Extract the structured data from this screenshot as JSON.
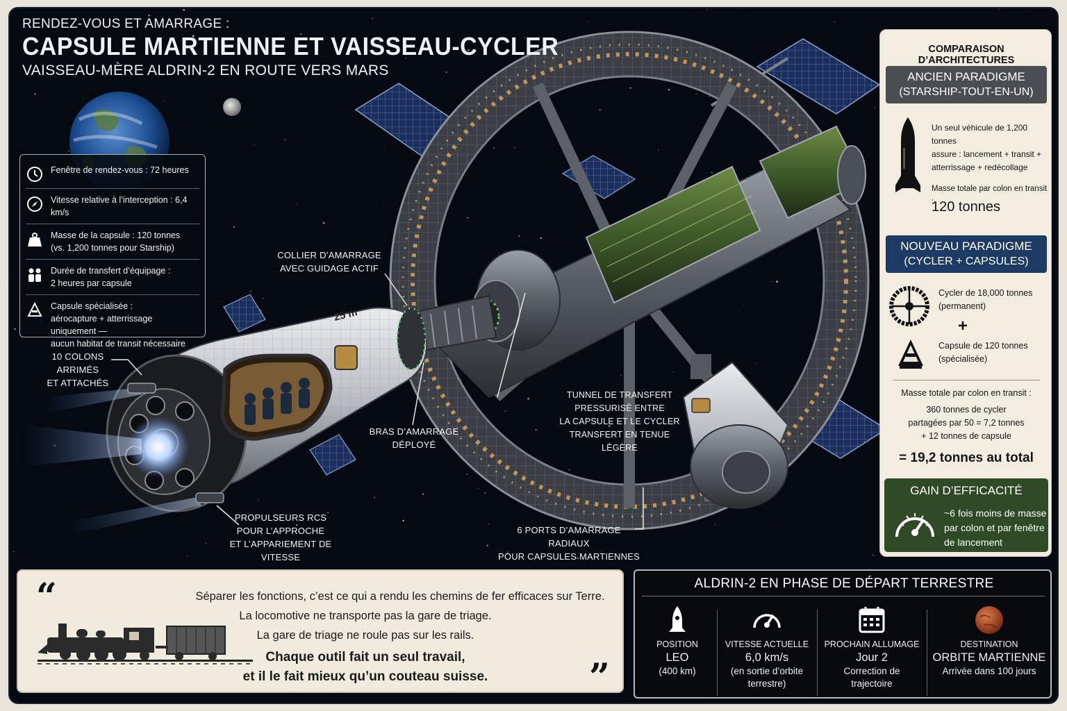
{
  "header": {
    "kicker": "RENDEZ-VOUS ET AMARRAGE :",
    "title": "CAPSULE MARTIENNE ET VAISSEAU-CYCLER",
    "subtitle": "VAISSEAU-MÈRE ALDRIN-2 EN ROUTE VERS MARS"
  },
  "facts": [
    {
      "icon": "clock-icon",
      "text": "Fenêtre de rendez-vous : 72 heures"
    },
    {
      "icon": "compass-icon",
      "text": "Vitesse relative à l’interception : 6,4 km/s"
    },
    {
      "icon": "weight-icon",
      "line1": "Masse de la capsule : 120 tonnes",
      "line2": "(vs. 1,200 tonnes pour Starship)"
    },
    {
      "icon": "crew-icon",
      "line1": "Durée de transfert d’équipage :",
      "line2": "2 heures par capsule"
    },
    {
      "icon": "capsule-icon",
      "line1": "Capsule spécialisée :",
      "line2": "aérocapture + atterrissage uniquement —",
      "line3": "aucun habitat de transit nécessaire"
    }
  ],
  "capsule_marking": "25 m",
  "labels": {
    "collar": [
      "COLLIER D’AMARRAGE",
      "AVEC GUIDAGE ACTIF"
    ],
    "colonists": [
      "10 COLONS",
      "ARRIMÉS",
      "ET ATTACHÉS"
    ],
    "arm": [
      "BRAS D’AMARRAGE",
      "DÉPLOYÉ"
    ],
    "tunnel": [
      "TUNNEL DE TRANSFERT",
      "PRESSURISÉ ENTRE",
      "LA CAPSULE ET LE CYCLER",
      "TRANSFERT EN TENUE LÉGÈRE"
    ],
    "rcs": [
      "PROPULSEURS RCS",
      "POUR L’APPROCHE",
      "ET L’APPARIEMENT DE VITESSE"
    ],
    "ports": [
      "6 PORTS D’AMARRAGE RADIAUX",
      "POUR CAPSULES MARTIENNES"
    ]
  },
  "comparison": {
    "title": "COMPARAISON D’ARCHITECTURES",
    "old": {
      "title": "ANCIEN PARADIGME",
      "subtitle": "(STARSHIP-TOUT-EN-UN)",
      "desc": [
        "Un seul véhicule de 1,200 tonnes",
        "assure : lancement + transit +",
        "atterrissage + redécollage"
      ],
      "mass_label": "Masse totale par colon en transit :",
      "mass_value": "120 tonnes",
      "color": "#4a4d52"
    },
    "new": {
      "title": "NOUVEAU PARADIGME",
      "subtitle": "(CYCLER + CAPSULES)",
      "cycler": [
        "Cycler de 18,000 tonnes",
        "(permanent)"
      ],
      "plus": "+",
      "capsule": [
        "Capsule de 120 tonnes",
        "(spécialisée)"
      ],
      "mass_label": "Masse totale par colon en transit :",
      "calc": [
        "360 tonnes de cycler",
        "partagées par 50 = 7,2 tonnes",
        "+ 12 tonnes de capsule"
      ],
      "total": "= 19,2 tonnes au total",
      "color": "#1d3a63"
    },
    "gain": {
      "title": "GAIN D’EFFICACITÉ",
      "text": [
        "~6 fois moins de masse",
        "par colon et par fenêtre",
        "de lancement"
      ],
      "color": "#2e4a26"
    }
  },
  "quote": {
    "open": "“",
    "close": "”",
    "lines": [
      "Séparer les fonctions, c’est ce qui a rendu les chemins de fer efficaces sur Terre.",
      "La locomotive ne transporte pas la gare de triage.",
      "La gare de triage ne roule pas sur les rails."
    ],
    "emphasis": [
      "Chaque outil fait un seul travail,",
      "et il le fait mieux qu’un couteau suisse."
    ]
  },
  "phase": {
    "title": "ALDRIN-2 EN PHASE DE DÉPART TERRESTRE",
    "columns": [
      {
        "icon": "rocket-icon",
        "label": "POSITION",
        "value": "LEO",
        "detail": [
          "(400 km)"
        ]
      },
      {
        "icon": "speedometer-icon",
        "label": "VITESSE ACTUELLE",
        "value": "6,0 km/s",
        "detail": [
          "(en sortie d’orbite",
          "terrestre)"
        ]
      },
      {
        "icon": "calendar-icon",
        "label": "PROCHAIN ALLUMAGE",
        "value": "Jour 2",
        "detail": [
          "Correction de",
          "trajectoire"
        ]
      },
      {
        "icon": "mars-icon",
        "label": "DESTINATION",
        "value": "ORBITE MARTIENNE",
        "detail": [
          "Arrivée dans 100 jours"
        ]
      }
    ]
  }
}
